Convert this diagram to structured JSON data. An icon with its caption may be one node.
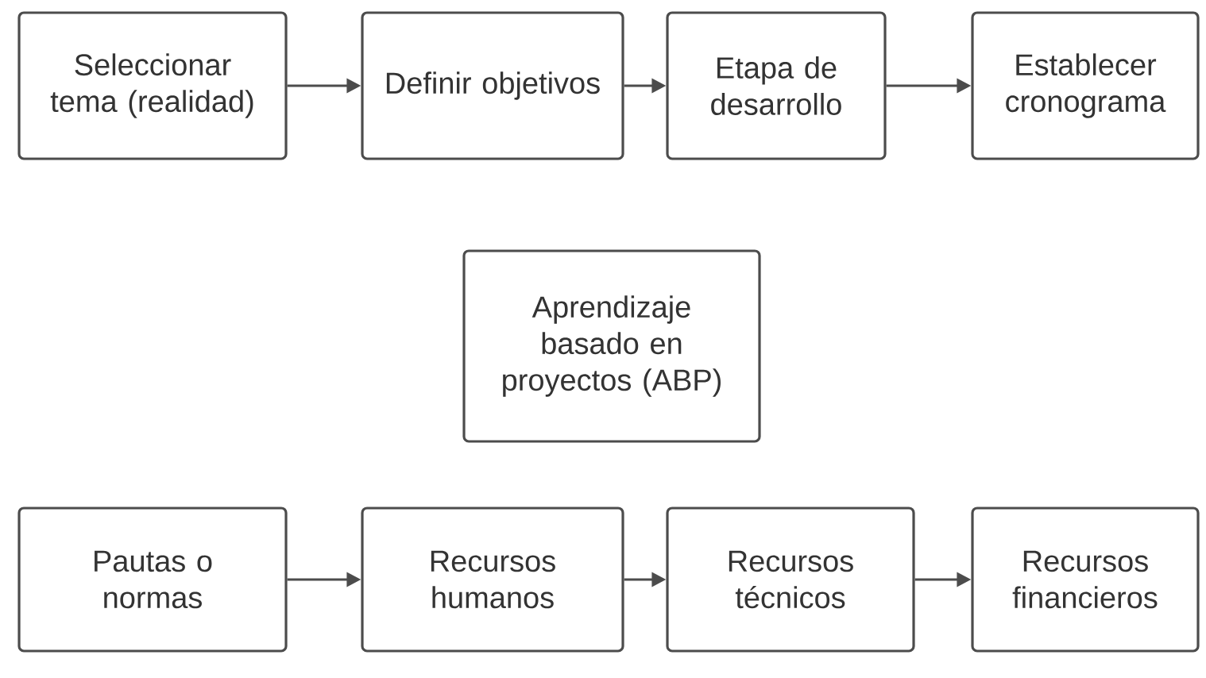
{
  "diagram": {
    "nodes": [
      {
        "text": [
          "Seleccionar tema (realidad)"
        ]
      },
      {
        "text": [
          "Definir objetivos"
        ]
      },
      {
        "text": [
          "Etapa de desarrollo"
        ]
      },
      {
        "text": [
          "Establecer cronograma"
        ]
      },
      {
        "text": [
          "Aprendizaje basado en proyectos (ABP)"
        ]
      },
      {
        "text": [
          "Pautas o normas"
        ]
      },
      {
        "text": [
          "Recursos humanos"
        ]
      },
      {
        "text": [
          "Recursos técnicos"
        ]
      },
      {
        "text": [
          "Recursos financieros"
        ]
      }
    ],
    "edges": [
      {
        "from": 0,
        "to": 1,
        "arrow": "to"
      },
      {
        "from": 1,
        "to": 2,
        "arrow": "to"
      },
      {
        "from": 2,
        "to": 3,
        "arrow": "to"
      },
      {
        "from": 5,
        "to": 6,
        "arrow": "to"
      },
      {
        "from": 6,
        "to": 7,
        "arrow": "to"
      },
      {
        "from": 7,
        "to": 8,
        "arrow": "to"
      }
    ]
  }
}
